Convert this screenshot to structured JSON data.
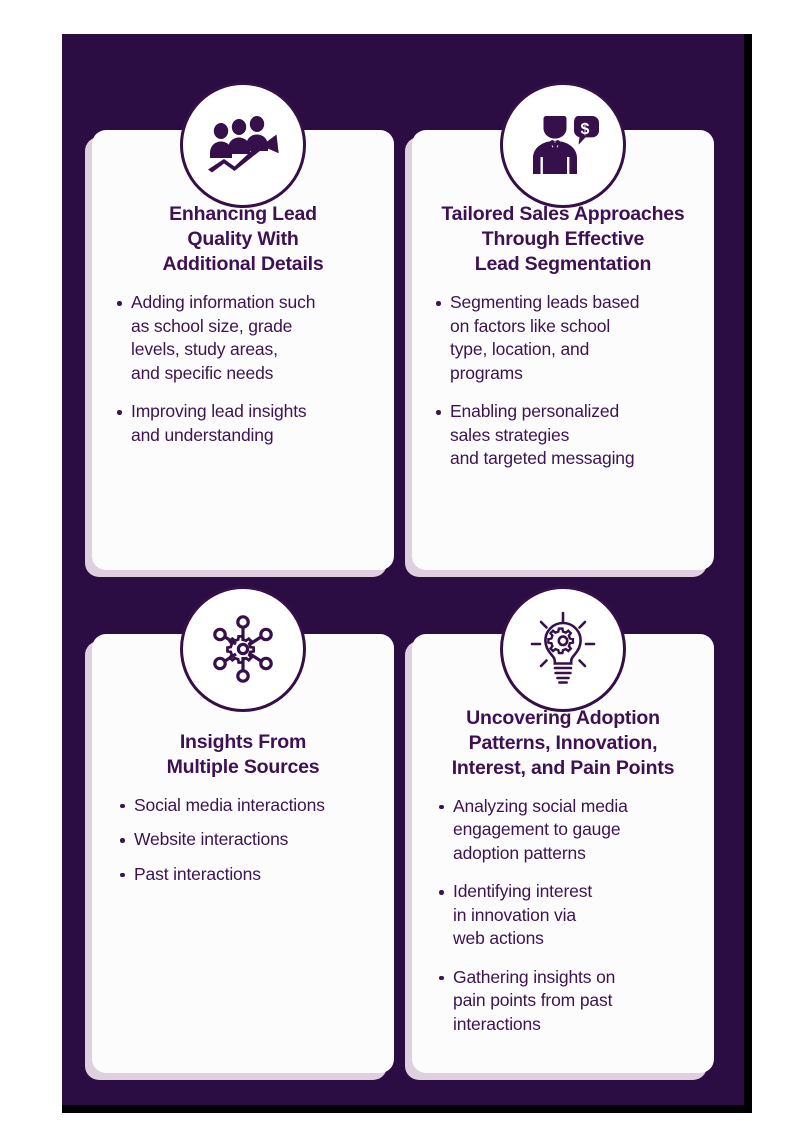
{
  "theme": {
    "panel_bg": "#2c0d43",
    "card_bg": "#fdfcfd",
    "card_shadow": "#e9dbe8",
    "accent": "#3d1152",
    "text": "#3b1450",
    "frame": "#000000"
  },
  "cards": [
    {
      "icon": "people-growth-arrow-icon",
      "title": "Enhancing Lead\nQuality With\nAdditional Details",
      "bullets": [
        "Adding information such\nas school size, grade\nlevels, study areas,\nand specific needs",
        "Improving lead insights\nand understanding"
      ]
    },
    {
      "icon": "salesman-dollar-speech-bubble-icon",
      "title": "Tailored Sales Approaches\nThrough Effective\nLead Segmentation",
      "bullets": [
        "Segmenting leads based\non factors like school\ntype, location, and\nprograms",
        "Enabling personalized\nsales strategies\nand targeted messaging"
      ]
    },
    {
      "icon": "network-hub-nodes-icon",
      "title": "Insights From\nMultiple Sources",
      "bullets": [
        "Social media interactions",
        "Website interactions",
        "Past interactions"
      ]
    },
    {
      "icon": "lightbulb-gear-idea-icon",
      "title": "Uncovering Adoption\nPatterns, Innovation,\nInterest, and Pain Points",
      "bullets": [
        "Analyzing social media\nengagement to gauge\nadoption patterns",
        "Identifying interest\nin innovation via\nweb actions",
        "Gathering insights on\npain points from past\ninteractions"
      ]
    }
  ]
}
